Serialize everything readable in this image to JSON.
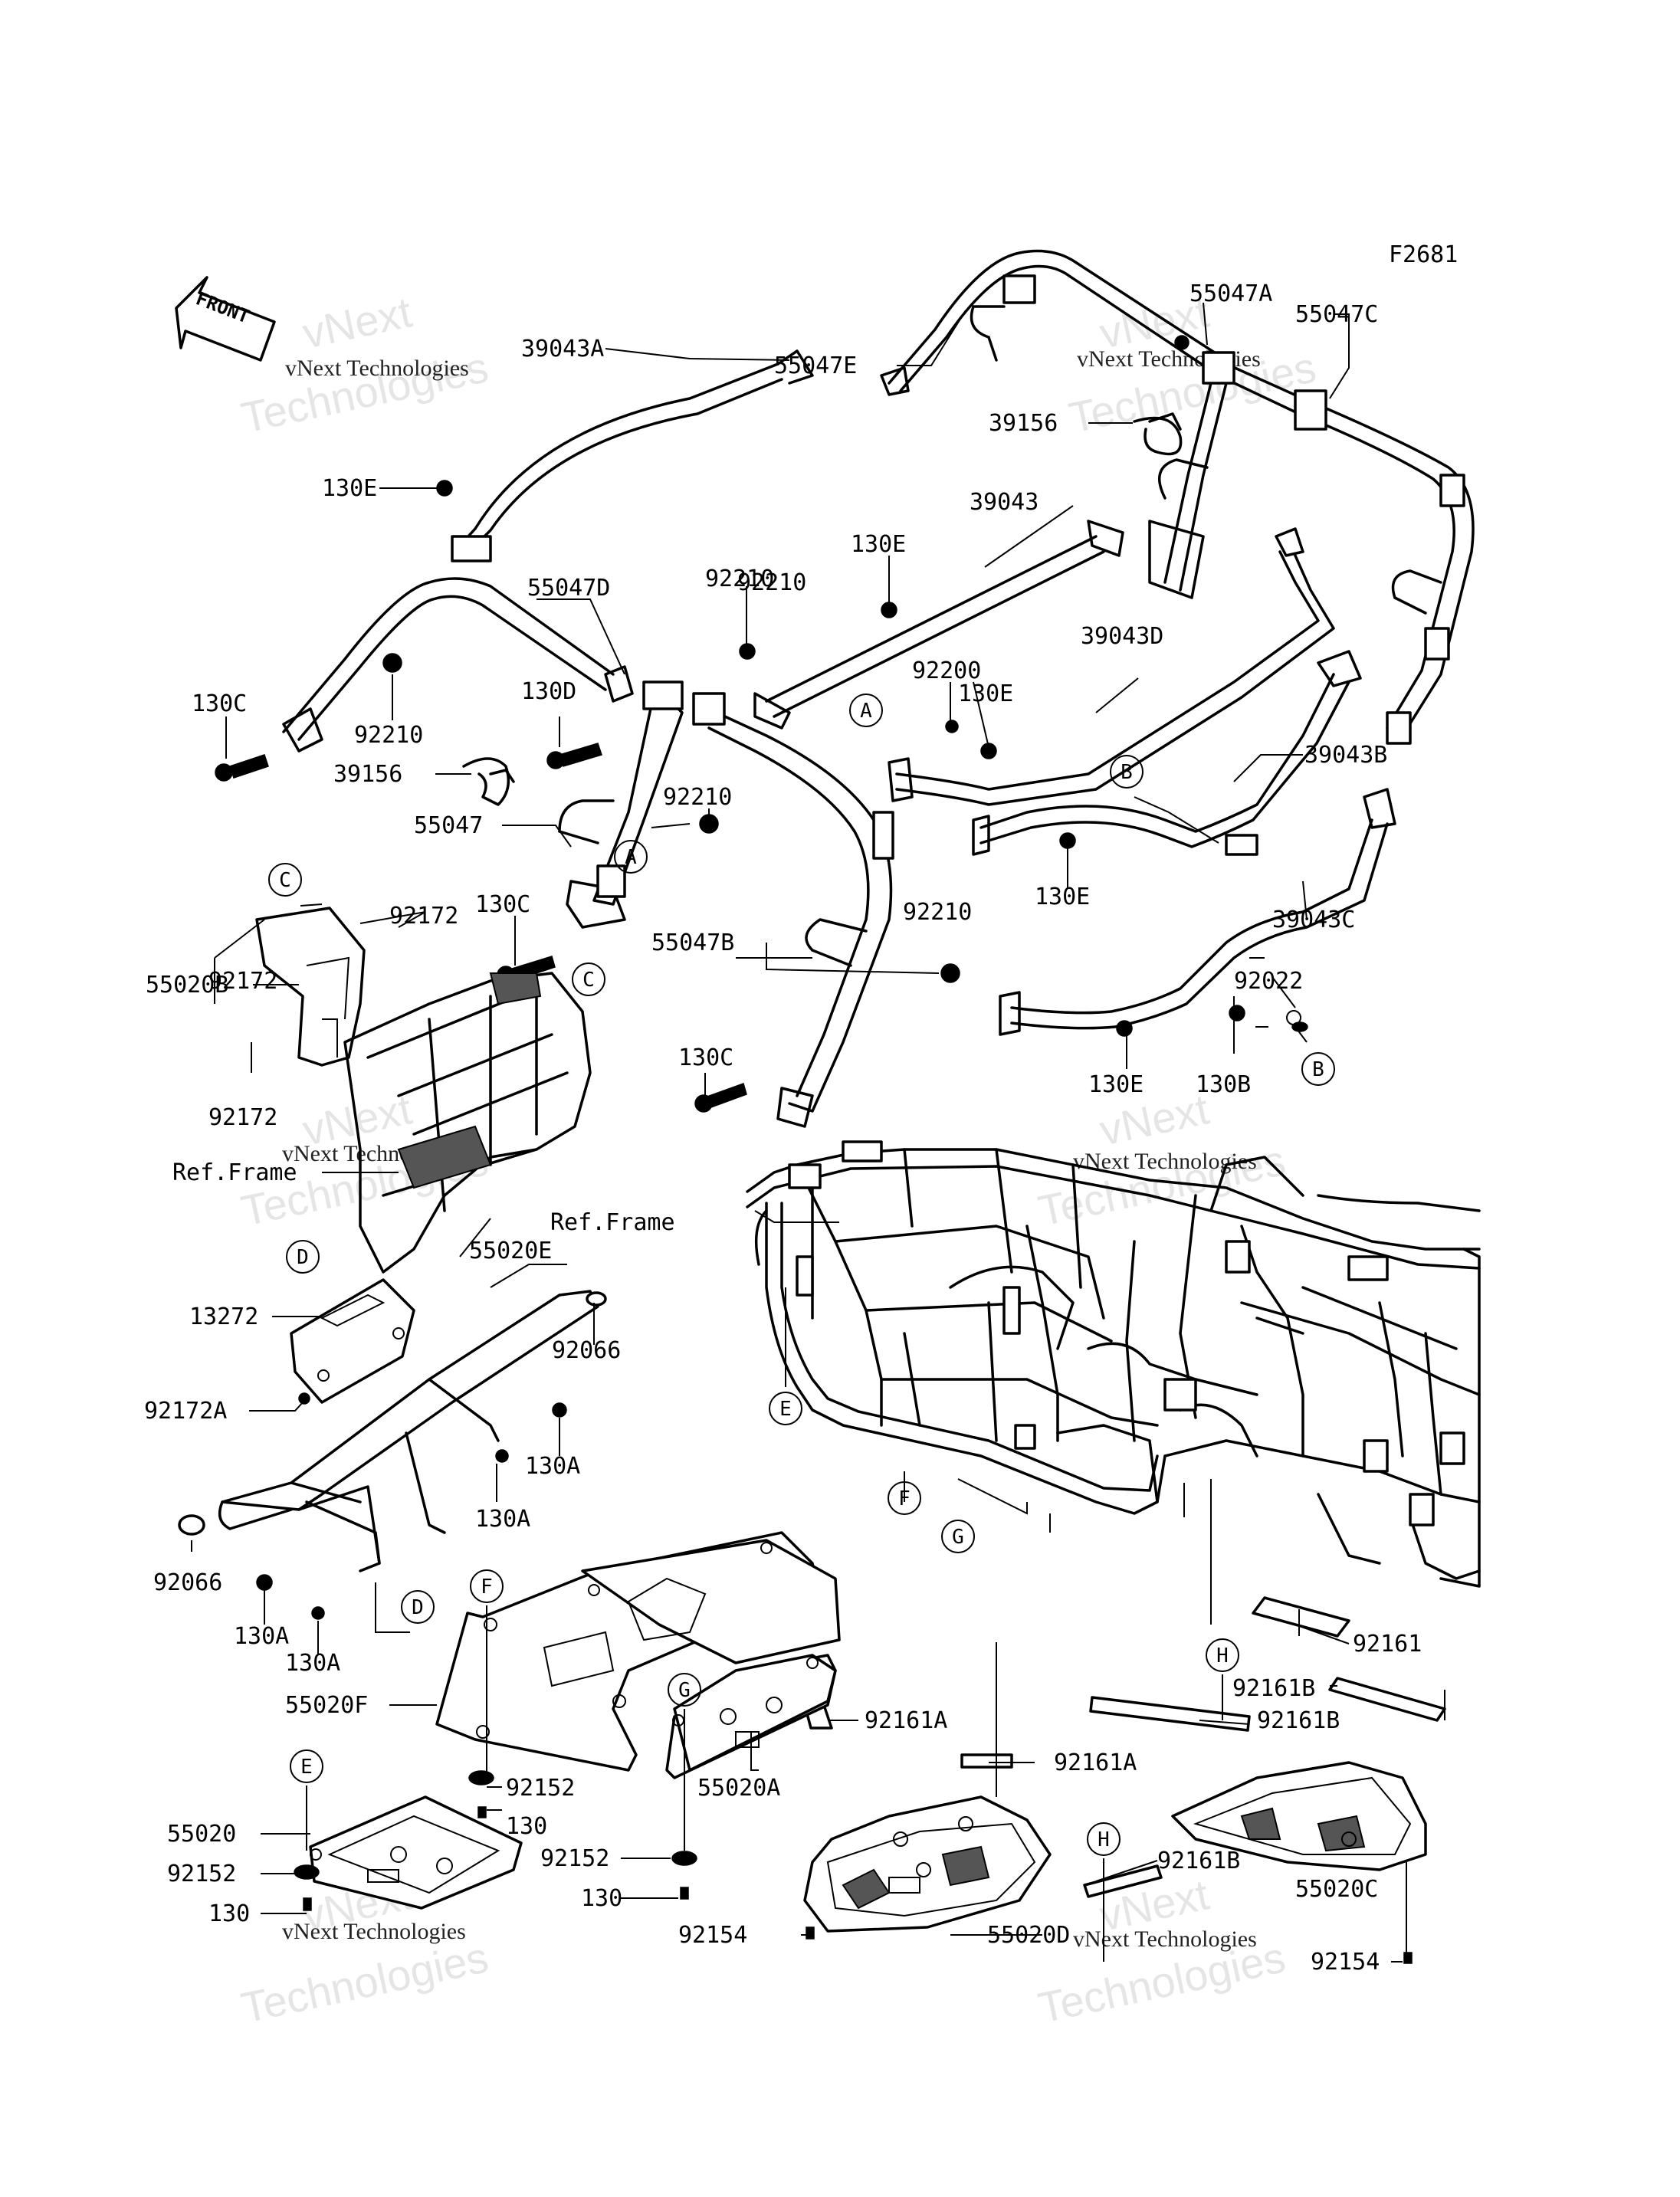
{
  "figure_id": "F2681",
  "front_label": "FRONT",
  "watermark": {
    "text1": "vNext",
    "text2": "Technologies",
    "caption": "vNext Technologies"
  },
  "labels": [
    {
      "id": "l1",
      "text": "39043A"
    },
    {
      "id": "l2",
      "text": "130E"
    },
    {
      "id": "l3",
      "text": "55047D"
    },
    {
      "id": "l4",
      "text": "92210"
    },
    {
      "id": "l5",
      "text": "130C"
    },
    {
      "id": "l6",
      "text": "92210"
    },
    {
      "id": "l7",
      "text": "130D"
    },
    {
      "id": "l8",
      "text": "39156"
    },
    {
      "id": "l9",
      "text": "55047"
    },
    {
      "id": "l10",
      "text": "92210"
    },
    {
      "id": "l11",
      "text": "130C"
    },
    {
      "id": "l12",
      "text": "92172"
    },
    {
      "id": "l13",
      "text": "92172"
    },
    {
      "id": "l14",
      "text": "55020B"
    },
    {
      "id": "l15",
      "text": "92172"
    },
    {
      "id": "l16",
      "text": "Ref.Frame"
    },
    {
      "id": "l17",
      "text": "55020E"
    },
    {
      "id": "l18",
      "text": "13272"
    },
    {
      "id": "l19",
      "text": "92066"
    },
    {
      "id": "l20",
      "text": "92172A"
    },
    {
      "id": "l21",
      "text": "130A"
    },
    {
      "id": "l22",
      "text": "130A"
    },
    {
      "id": "l23",
      "text": "92066"
    },
    {
      "id": "l24",
      "text": "130A"
    },
    {
      "id": "l25",
      "text": "130A"
    },
    {
      "id": "l26",
      "text": "55020F"
    },
    {
      "id": "l27",
      "text": "92152"
    },
    {
      "id": "l28",
      "text": "130"
    },
    {
      "id": "l29",
      "text": "55020"
    },
    {
      "id": "l30",
      "text": "92152"
    },
    {
      "id": "l31",
      "text": "130"
    },
    {
      "id": "l32",
      "text": "55020A"
    },
    {
      "id": "l33",
      "text": "92152"
    },
    {
      "id": "l34",
      "text": "130"
    },
    {
      "id": "l35",
      "text": "92154"
    },
    {
      "id": "l36",
      "text": "55020D"
    },
    {
      "id": "l37",
      "text": "92161A"
    },
    {
      "id": "l38",
      "text": "92161A"
    },
    {
      "id": "l39",
      "text": "92161B"
    },
    {
      "id": "l40",
      "text": "55020C"
    },
    {
      "id": "l41",
      "text": "92154"
    },
    {
      "id": "l42",
      "text": "92161B"
    },
    {
      "id": "l43",
      "text": "92161B"
    },
    {
      "id": "l44",
      "text": "92161"
    },
    {
      "id": "l45",
      "text": "55047E"
    },
    {
      "id": "l46",
      "text": "55047A"
    },
    {
      "id": "l47",
      "text": "55047C"
    },
    {
      "id": "l48",
      "text": "39156"
    },
    {
      "id": "l49",
      "text": "39043"
    },
    {
      "id": "l50",
      "text": "130E"
    },
    {
      "id": "l51",
      "text": "92210"
    },
    {
      "id": "l52",
      "text": "92200"
    },
    {
      "id": "l53",
      "text": "130E"
    },
    {
      "id": "l54",
      "text": "39043D"
    },
    {
      "id": "l55",
      "text": "39043B"
    },
    {
      "id": "l56",
      "text": "130E"
    },
    {
      "id": "l57",
      "text": "39043C"
    },
    {
      "id": "l58",
      "text": "92210"
    },
    {
      "id": "l59",
      "text": "55047B"
    },
    {
      "id": "l60",
      "text": "130C"
    },
    {
      "id": "l61",
      "text": "92022"
    },
    {
      "id": "l62",
      "text": "130E"
    },
    {
      "id": "l63",
      "text": "130B"
    },
    {
      "id": "l64",
      "text": "Ref.Frame"
    }
  ],
  "callouts": [
    {
      "id": "c1",
      "text": "A"
    },
    {
      "id": "c2",
      "text": "A"
    },
    {
      "id": "c3",
      "text": "B"
    },
    {
      "id": "c4",
      "text": "B"
    },
    {
      "id": "c5",
      "text": "C"
    },
    {
      "id": "c6",
      "text": "C"
    },
    {
      "id": "c7",
      "text": "D"
    },
    {
      "id": "c8",
      "text": "D"
    },
    {
      "id": "c9",
      "text": "E"
    },
    {
      "id": "c10",
      "text": "E"
    },
    {
      "id": "c11",
      "text": "F"
    },
    {
      "id": "c12",
      "text": "F"
    },
    {
      "id": "c13",
      "text": "G"
    },
    {
      "id": "c14",
      "text": "G"
    },
    {
      "id": "c15",
      "text": "H"
    },
    {
      "id": "c16",
      "text": "H"
    }
  ]
}
